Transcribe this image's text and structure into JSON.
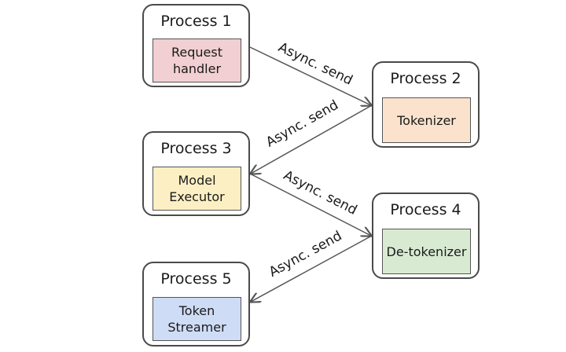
{
  "processes": [
    {
      "id": "p1",
      "title": "Process 1",
      "stage": "Request\nhandler",
      "color": "#f2cfd2"
    },
    {
      "id": "p2",
      "title": "Process 2",
      "stage": "Tokenizer",
      "color": "#fbe2cc"
    },
    {
      "id": "p3",
      "title": "Process 3",
      "stage": "Model\nExecutor",
      "color": "#fcefc4"
    },
    {
      "id": "p4",
      "title": "Process 4",
      "stage": "De-tokenizer",
      "color": "#d8ebd2"
    },
    {
      "id": "p5",
      "title": "Process 5",
      "stage": "Token\nStreamer",
      "color": "#cfdcf6"
    }
  ],
  "edges": [
    {
      "from": "Process 1",
      "to": "Process 2",
      "label": "Async. send"
    },
    {
      "from": "Process 2",
      "to": "Process 3",
      "label": "Async. send"
    },
    {
      "from": "Process 3",
      "to": "Process 4",
      "label": "Async. send"
    },
    {
      "from": "Process 4",
      "to": "Process 5",
      "label": "Async. send"
    }
  ],
  "colors": {
    "border": "#4a4a4a",
    "arrow": "#555555"
  }
}
